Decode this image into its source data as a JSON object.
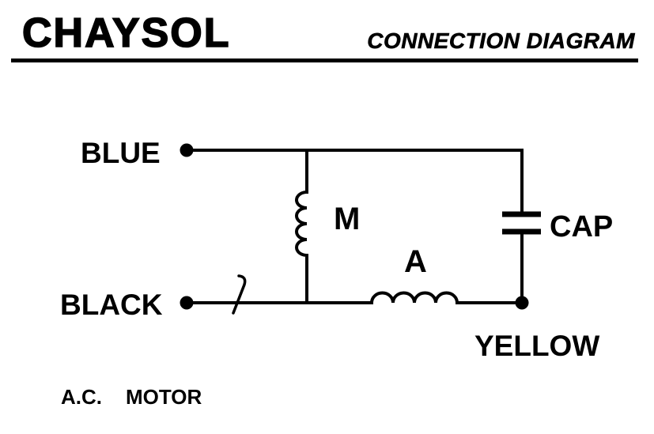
{
  "header": {
    "brand": "CHAYSOL",
    "title": "CONNECTION DIAGRAM"
  },
  "circuit": {
    "terminals": {
      "blue": "BLUE",
      "black": "BLACK",
      "yellow": "YELLOW"
    },
    "components": {
      "main_winding": "M",
      "aux_winding": "A",
      "capacitor": "CAP"
    }
  },
  "footer": {
    "ac": "A.C.",
    "motor": "MOTOR"
  },
  "colors": {
    "ink": "#000000",
    "background": "#ffffff"
  }
}
